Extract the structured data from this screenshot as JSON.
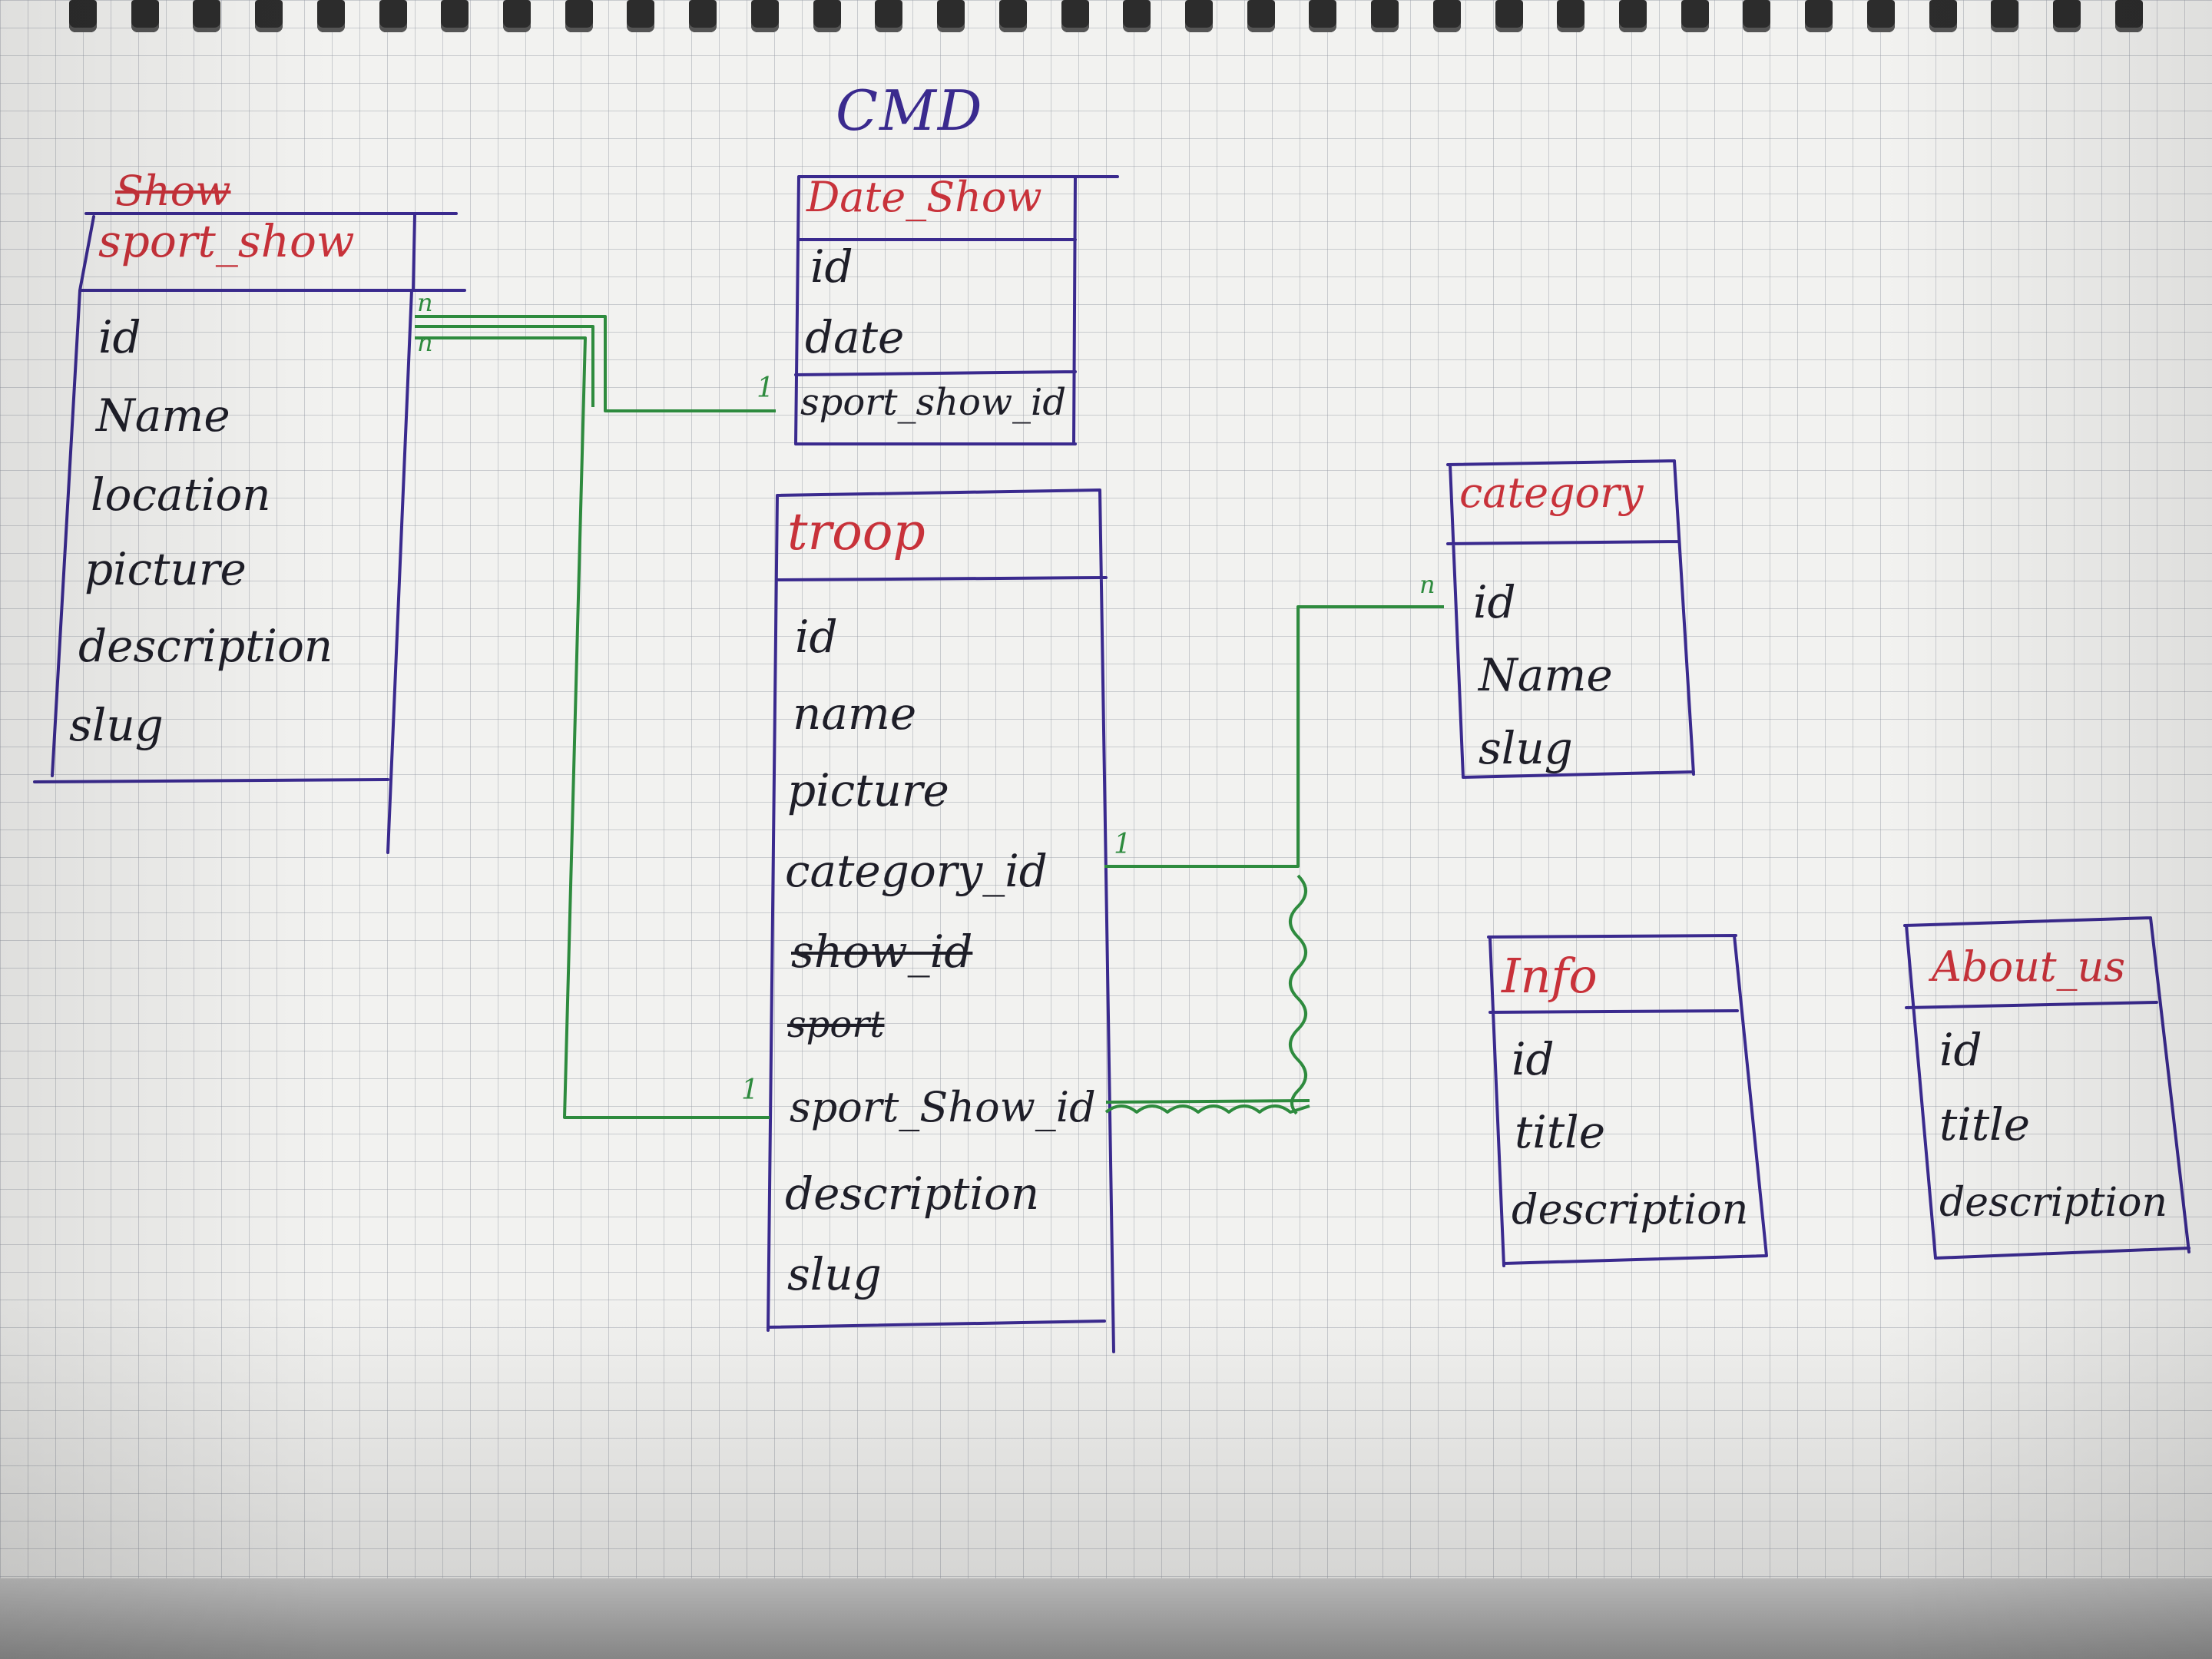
{
  "diagram": {
    "heading": "CMD",
    "entities": {
      "sport_show": {
        "title_struck": "Show",
        "title": "sport_show",
        "fields": [
          "id",
          "Name",
          "location",
          "picture",
          "description",
          "slug"
        ]
      },
      "date_show": {
        "title": "Date_Show",
        "fields": [
          "id",
          "date",
          "sport_show_id"
        ]
      },
      "troop": {
        "title": "troop",
        "fields": [
          "id",
          "name",
          "picture",
          "category_id",
          "show_id",
          "sport",
          "sport_Show_id",
          "description",
          "slug"
        ]
      },
      "category": {
        "title": "category",
        "fields": [
          "id",
          "Name",
          "slug"
        ]
      },
      "info": {
        "title": "Info",
        "fields": [
          "id",
          "title",
          "description"
        ]
      },
      "about_us": {
        "title": "About_us",
        "fields": [
          "id",
          "title",
          "description"
        ]
      }
    },
    "cardinalities": {
      "sport_show_n1": "n",
      "sport_show_n2": "n",
      "date_show_1": "1",
      "troop_sport_show_1": "1",
      "category_n": "n",
      "troop_category_1": "1"
    },
    "colors": {
      "ink": "#1e1e28",
      "title_red": "#c8323a",
      "box_purple": "#3a2a8e",
      "relation_green": "#2e8b3e"
    }
  }
}
